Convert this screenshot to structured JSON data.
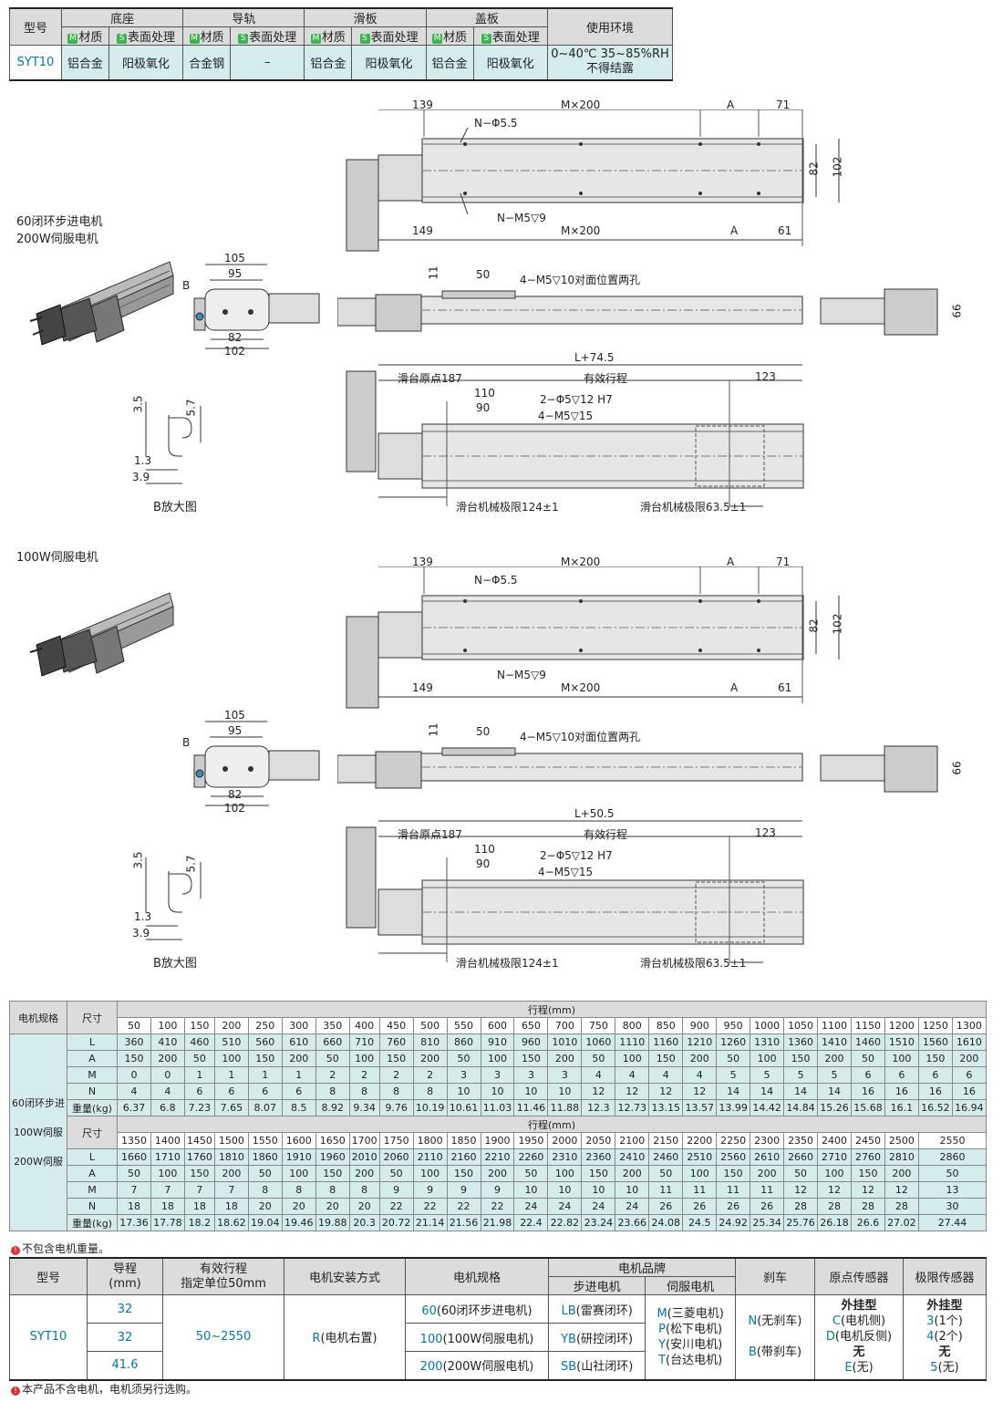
{
  "spec_table": {
    "header": {
      "model": "型号",
      "base": "底座",
      "rail": "导轨",
      "slider": "滑板",
      "cover": "盖板",
      "env": "使用环境",
      "material": "材质",
      "surface": "表面处理",
      "tag_m": "M",
      "tag_s": "S"
    },
    "row": {
      "model": "SYT10",
      "base_material": "铝合金",
      "base_surface": "阳极氧化",
      "rail_material": "合金钢",
      "rail_surface": "–",
      "slider_material": "铝合金",
      "slider_surface": "阳极氧化",
      "cover_material": "铝合金",
      "cover_surface": "阳极氧化",
      "env_line1": "0~40℃ 35~85%RH",
      "env_line2": "不得结露"
    }
  },
  "section1": {
    "title_line1": "60闭环步进电机",
    "title_line2": "200W伺服电机",
    "top_view": {
      "d139": "139",
      "m200_top": "M×200",
      "a_top": "A",
      "d71": "71",
      "n_phi": "N−Φ5.5",
      "d82": "82",
      "d102": "102",
      "n_m5": "N−M5▽9",
      "d149": "149",
      "m200_bot": "M×200",
      "a_bot": "A",
      "d61": "61"
    },
    "end_view": {
      "d105": "105",
      "d95": "95",
      "b": "B",
      "d82": "82",
      "d102": "102"
    },
    "side_view": {
      "d11": "11",
      "d50": "50",
      "m5_note": "4−M5▽10对面位置两孔",
      "d66": "66"
    },
    "bottom_view": {
      "l_total": "L+74.5",
      "origin": "滑台原点187",
      "stroke": "有效行程",
      "d123": "123",
      "d110": "110",
      "d90": "90",
      "phi_note": "2−Φ5▽12 H7",
      "m5_note": "4−M5▽15",
      "limit1": "滑台机械极限124±1",
      "limit2": "滑台机械极限63.5±1"
    },
    "detail": {
      "d35": "3.5",
      "d57": "5.7",
      "d13": "1.3",
      "d39": "3.9",
      "caption": "B放大图"
    }
  },
  "section2": {
    "title": "100W伺服电机",
    "top_view": {
      "d139": "139",
      "m200_top": "M×200",
      "a_top": "A",
      "d71": "71",
      "n_phi": "N−Φ5.5",
      "d82": "82",
      "d102": "102",
      "n_m5": "N−M5▽9",
      "d149": "149",
      "m200_bot": "M×200",
      "a_bot": "A",
      "d61": "61"
    },
    "end_view": {
      "d105": "105",
      "d95": "95",
      "b": "B",
      "d82": "82",
      "d102": "102"
    },
    "side_view": {
      "d11": "11",
      "d50": "50",
      "m5_note": "4−M5▽10对面位置两孔",
      "d66": "66"
    },
    "bottom_view": {
      "l_total": "L+50.5",
      "origin": "滑台原点187",
      "stroke": "有效行程",
      "d123": "123",
      "d110": "110",
      "d90": "90",
      "phi_note": "2−Φ5▽12 H7",
      "m5_note": "4−M5▽15",
      "limit1": "滑台机械极限124±1",
      "limit2": "滑台机械极限63.5±1"
    },
    "detail": {
      "d35": "3.5",
      "d57": "5.7",
      "d13": "1.3",
      "d39": "3.9",
      "caption": "B放大图"
    }
  },
  "dim_table": {
    "motor_spec_label": "电机规格",
    "size_label": "尺寸",
    "stroke_label": "行程(mm)",
    "motor_specs": [
      "60闭环步进",
      "100W伺服",
      "200W伺服"
    ],
    "row_labels": [
      "L",
      "A",
      "M",
      "N",
      "重量(kg)"
    ],
    "part1": {
      "strokes": [
        "50",
        "100",
        "150",
        "200",
        "250",
        "300",
        "350",
        "400",
        "450",
        "500",
        "550",
        "600",
        "650",
        "700",
        "750",
        "800",
        "850",
        "900",
        "950",
        "1000",
        "1050",
        "1100",
        "1150",
        "1200",
        "1250",
        "1300"
      ],
      "rows": [
        [
          "360",
          "410",
          "460",
          "510",
          "560",
          "610",
          "660",
          "710",
          "760",
          "810",
          "860",
          "910",
          "960",
          "1010",
          "1060",
          "1110",
          "1160",
          "1210",
          "1260",
          "1310",
          "1360",
          "1410",
          "1460",
          "1510",
          "1560",
          "1610"
        ],
        [
          "150",
          "200",
          "50",
          "100",
          "150",
          "200",
          "50",
          "100",
          "150",
          "200",
          "50",
          "100",
          "150",
          "200",
          "50",
          "100",
          "150",
          "200",
          "50",
          "100",
          "150",
          "200",
          "50",
          "100",
          "150",
          "200"
        ],
        [
          "0",
          "0",
          "1",
          "1",
          "1",
          "1",
          "2",
          "2",
          "2",
          "2",
          "3",
          "3",
          "3",
          "3",
          "4",
          "4",
          "4",
          "4",
          "5",
          "5",
          "5",
          "5",
          "6",
          "6",
          "6",
          "6"
        ],
        [
          "4",
          "4",
          "6",
          "6",
          "6",
          "6",
          "8",
          "8",
          "8",
          "8",
          "10",
          "10",
          "10",
          "10",
          "12",
          "12",
          "12",
          "12",
          "14",
          "14",
          "14",
          "14",
          "16",
          "16",
          "16",
          "16"
        ],
        [
          "6.37",
          "6.8",
          "7.23",
          "7.65",
          "8.07",
          "8.5",
          "8.92",
          "9.34",
          "9.76",
          "10.19",
          "10.61",
          "11.03",
          "11.46",
          "11.88",
          "12.3",
          "12.73",
          "13.15",
          "13.57",
          "13.99",
          "14.42",
          "14.84",
          "15.26",
          "15.68",
          "16.1",
          "16.52",
          "16.94"
        ]
      ]
    },
    "part2": {
      "strokes": [
        "1350",
        "1400",
        "1450",
        "1500",
        "1550",
        "1600",
        "1650",
        "1700",
        "1750",
        "1800",
        "1850",
        "1900",
        "1950",
        "2000",
        "2050",
        "2100",
        "2150",
        "2200",
        "2250",
        "2300",
        "2350",
        "2400",
        "2450",
        "2500",
        "2550"
      ],
      "rows": [
        [
          "1660",
          "1710",
          "1760",
          "1810",
          "1860",
          "1910",
          "1960",
          "2010",
          "2060",
          "2110",
          "2160",
          "2210",
          "2260",
          "2310",
          "2360",
          "2410",
          "2460",
          "2510",
          "2560",
          "2610",
          "2660",
          "2710",
          "2760",
          "2810",
          "2860"
        ],
        [
          "50",
          "100",
          "150",
          "200",
          "50",
          "100",
          "150",
          "200",
          "50",
          "100",
          "150",
          "200",
          "50",
          "100",
          "150",
          "200",
          "50",
          "100",
          "150",
          "200",
          "50",
          "100",
          "150",
          "200",
          "50"
        ],
        [
          "7",
          "7",
          "7",
          "7",
          "8",
          "8",
          "8",
          "8",
          "9",
          "9",
          "9",
          "9",
          "10",
          "10",
          "10",
          "10",
          "11",
          "11",
          "11",
          "11",
          "12",
          "12",
          "12",
          "12",
          "13"
        ],
        [
          "18",
          "18",
          "18",
          "18",
          "20",
          "20",
          "20",
          "20",
          "22",
          "22",
          "22",
          "22",
          "24",
          "24",
          "24",
          "24",
          "26",
          "26",
          "26",
          "26",
          "28",
          "28",
          "28",
          "28",
          "30"
        ],
        [
          "17.36",
          "17.78",
          "18.2",
          "18.62",
          "19.04",
          "19.46",
          "19.88",
          "20.3",
          "20.72",
          "21.14",
          "21.56",
          "21.98",
          "22.4",
          "22.82",
          "23.24",
          "23.66",
          "24.08",
          "24.5",
          "24.92",
          "25.34",
          "25.76",
          "26.18",
          "26.6",
          "27.02",
          "27.44"
        ]
      ]
    },
    "note": "不包含电机重量。"
  },
  "order_table": {
    "headers": {
      "model": "型号",
      "lead": "导程",
      "lead_unit": "(mm)",
      "stroke": "有效行程",
      "stroke_unit": "指定单位50mm",
      "mount": "电机安装方式",
      "motor_spec": "电机规格",
      "brand": "电机品牌",
      "stepper": "步进电机",
      "servo": "伺服电机",
      "brake": "刹车",
      "origin_sensor": "原点传感器",
      "limit_sensor": "极限传感器"
    },
    "model": "SYT10",
    "leads": [
      "32",
      "32",
      "41.6"
    ],
    "stroke_range": "50~2550",
    "mount_code": "R",
    "mount_text": "(电机右置)",
    "motor_specs": [
      {
        "code": "60",
        "text": "(60闭环步进电机)"
      },
      {
        "code": "100",
        "text": "(100W伺服电机)"
      },
      {
        "code": "200",
        "text": "(200W伺服电机)"
      }
    ],
    "steppers": [
      {
        "code": "LB",
        "text": "(雷赛闭环)"
      },
      {
        "code": "YB",
        "text": "(研控闭环)"
      },
      {
        "code": "SB",
        "text": "(山社闭环)"
      }
    ],
    "servos": [
      {
        "code": "M",
        "text": "(三菱电机)"
      },
      {
        "code": "P",
        "text": "(松下电机)"
      },
      {
        "code": "Y",
        "text": "(安川电机)"
      },
      {
        "code": "T",
        "text": "(台达电机)"
      }
    ],
    "brakes": [
      {
        "code": "N",
        "text": "(无刹车)"
      },
      {
        "code": "B",
        "text": "(带刹车)"
      }
    ],
    "origin": {
      "type": "外挂型",
      "c_code": "C",
      "c_text": "(电机侧)",
      "d_code": "D",
      "d_text": "(电机反侧)",
      "none": "无",
      "e_code": "E",
      "e_text": "(无)"
    },
    "limit": {
      "type": "外挂型",
      "c3": "3",
      "c3_text": "(1个)",
      "c4": "4",
      "c4_text": "(2个)",
      "none": "无",
      "c5": "5",
      "c5_text": "(无)"
    },
    "footnote": "本产品不含电机，电机须另行选购。"
  },
  "colors": {
    "accent": "#0077b6",
    "header_gray": "#dcdcdc",
    "teal": "#d4ecec",
    "tag_green": "#3cb54a"
  }
}
